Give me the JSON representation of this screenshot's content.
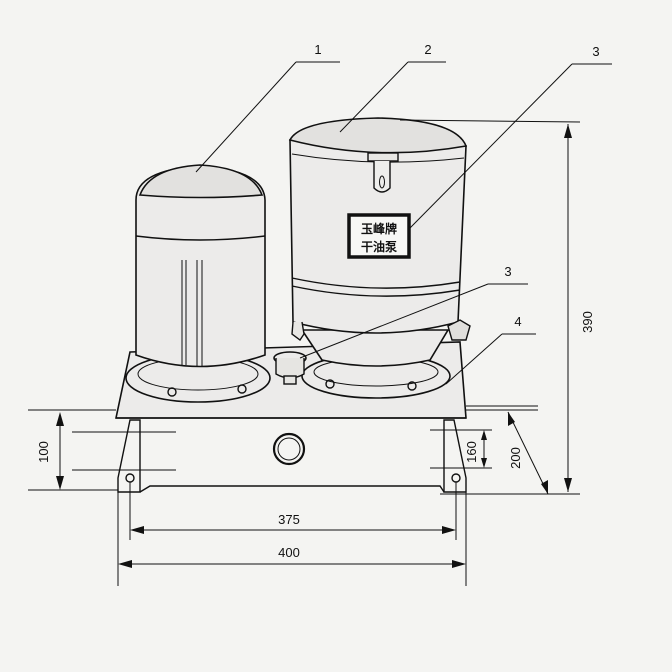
{
  "part_labels": {
    "p1": "1",
    "p2": "2",
    "p3_top": "3",
    "p3_mid": "3",
    "p4": "4"
  },
  "nameplate": {
    "line1": "玉峰牌",
    "line2": "干油泵"
  },
  "dimensions": {
    "height_total": "390",
    "base_height": "100",
    "mount_depth": "160",
    "base_depth": "200",
    "bolt_spacing": "375",
    "base_width": "400"
  }
}
